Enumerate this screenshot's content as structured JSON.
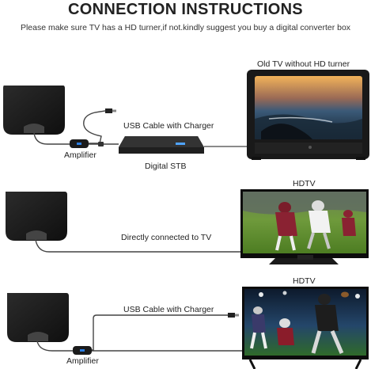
{
  "header": {
    "title": "CONNECTION INSTRUCTIONS",
    "subtitle": "Please make sure TV has a HD turner,if not.kindly suggest you buy a digital converter box"
  },
  "section1": {
    "tv_label": "Old TV without HD turner",
    "cable_label": "USB Cable with Charger",
    "amplifier_label": "Amplifier",
    "stb_label": "Digital STB"
  },
  "section2": {
    "tv_label": "HDTV",
    "cable_label": "Directly connected to TV"
  },
  "section3": {
    "tv_label": "HDTV",
    "cable_label": "USB Cable with Charger",
    "amplifier_label": "Amplifier"
  },
  "colors": {
    "antenna": "#161616",
    "cable": "#444444",
    "amplifier_accent": "#2a7de1"
  }
}
